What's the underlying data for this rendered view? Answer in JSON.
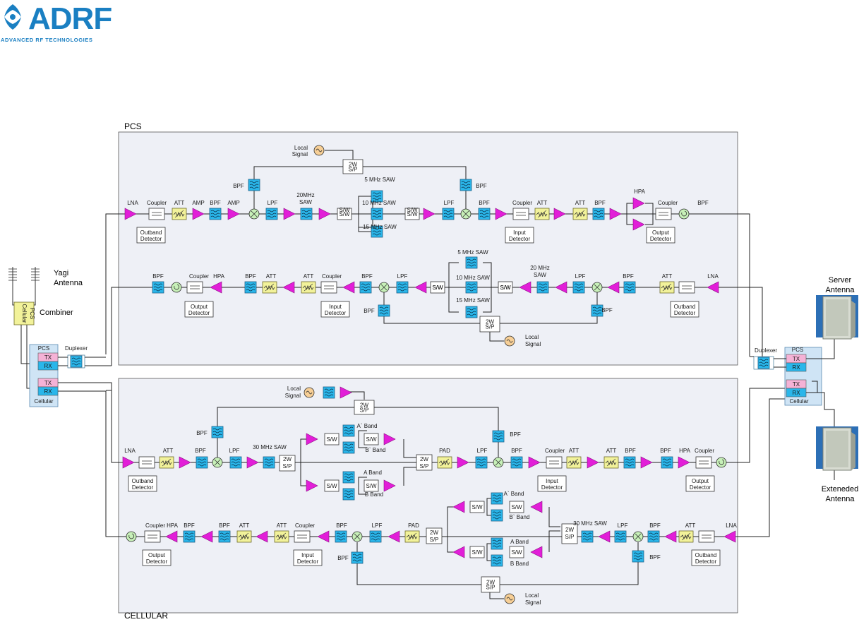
{
  "logo": {
    "word": "ADRF",
    "tagline": "ADVANCED RF TECHNOLOGIES",
    "colors": {
      "brand": "#1a7fc2"
    }
  },
  "sections": {
    "pcs": "PCS",
    "cellular": "CELLULAR"
  },
  "left_side": {
    "yagi_antenna": [
      "Yagi",
      "Antenna"
    ],
    "combiner": "Combiner",
    "combiner_ports": [
      "PCS",
      "Cellular"
    ],
    "duplexer": "Duplexer",
    "pcs_module": {
      "title": "PCS",
      "tx": "TX",
      "rx": "RX"
    },
    "cellular_module": {
      "title": "Cellular",
      "tx": "TX",
      "rx": "RX"
    }
  },
  "right_side": {
    "server_antenna": [
      "Server",
      "Antenna"
    ],
    "extended_antenna": [
      "Exteneded",
      "Antenna"
    ],
    "duplexer": "Duplexer",
    "pcs_module": {
      "title": "PCS",
      "tx": "TX",
      "rx": "RX"
    },
    "cellular_module": {
      "title": "Cellular",
      "tx": "TX",
      "rx": "RX"
    }
  },
  "pcs_downlink": {
    "local_signal": [
      "Local",
      "Signal"
    ],
    "splitter": [
      "2W",
      "S/P"
    ],
    "components": [
      "LNA",
      "Coupler",
      "ATT",
      "AMP",
      "BPF",
      "AMP",
      "BPF",
      "LPF",
      "20MHz",
      "SAW",
      "S/W",
      "5 MHz SAW",
      "10 MHz SAW",
      "15 MHz SAW",
      "S/W",
      "LPF",
      "BPF",
      "BPF",
      "Coupler",
      "ATT",
      "ATT",
      "BPF",
      "HPA",
      "Coupler",
      "BPF"
    ],
    "detectors": [
      [
        "Outband",
        "Detector"
      ],
      [
        "Input",
        "Detector"
      ],
      [
        "Output",
        "Detector"
      ]
    ]
  },
  "pcs_uplink": {
    "local_signal": [
      "Local",
      "Signal"
    ],
    "splitter": [
      "2W",
      "S/P"
    ],
    "components": [
      "BPF",
      "Coupler",
      "HPA",
      "BPF",
      "ATT",
      "ATT",
      "Coupler",
      "BPF",
      "LPF",
      "S/W",
      "5 MHz SAW",
      "10 MHz SAW",
      "15 MHz SAW",
      "S/W",
      "20 MHz",
      "SAW",
      "LPF",
      "BPF",
      "ATT",
      "LNA",
      "BPF",
      "BPF"
    ],
    "detectors": [
      [
        "Output",
        "Detector"
      ],
      [
        "Input",
        "Detector"
      ],
      [
        "Outband",
        "Detector"
      ]
    ]
  },
  "cell_downlink": {
    "local_signal": [
      "Local",
      "Signal"
    ],
    "splitter": [
      "2W",
      "S/P"
    ],
    "components": [
      "LNA",
      "ATT",
      "BPF",
      "BPF",
      "LPF",
      "30 MHz SAW",
      "S/W",
      "S/W",
      "A` Band",
      "B` Band",
      "S/W",
      "S/W",
      "A Band",
      "B Band",
      "PAD",
      "LPF",
      "BPF",
      "BPF",
      "Coupler",
      "ATT",
      "ATT",
      "BPF",
      "BPF",
      "HPA",
      "Coupler"
    ],
    "detectors": [
      [
        "Outband",
        "Detector"
      ],
      [
        "Input",
        "Detector"
      ],
      [
        "Output",
        "Detector"
      ]
    ]
  },
  "cell_uplink": {
    "local_signal": [
      "Local",
      "Signal"
    ],
    "splitter": [
      "2W",
      "S/P"
    ],
    "components": [
      "Coupler",
      "HPA",
      "BPF",
      "BPF",
      "ATT",
      "ATT",
      "Coupler",
      "BPF",
      "LPF",
      "PAD",
      "S/W",
      "S/W",
      "A` Band",
      "B` Band",
      "S/W",
      "S/W",
      "A Band",
      "B Band",
      "30 MHz SAW",
      "LPF",
      "BPF",
      "ATT",
      "LNA",
      "BPF",
      "BPF"
    ],
    "detectors": [
      [
        "Output",
        "Detector"
      ],
      [
        "Input",
        "Detector"
      ],
      [
        "Outband",
        "Detector"
      ]
    ]
  },
  "colors": {
    "section_fill": "#eef0f6",
    "filter": "#2ab6ea",
    "attenuator": "#f2f29a",
    "amplifier": "#e21ed8",
    "mixer": "#c7f0b8",
    "oscillator": "#f7cf96",
    "module": "#cfe4f5",
    "tx": "#f5b2d6"
  }
}
